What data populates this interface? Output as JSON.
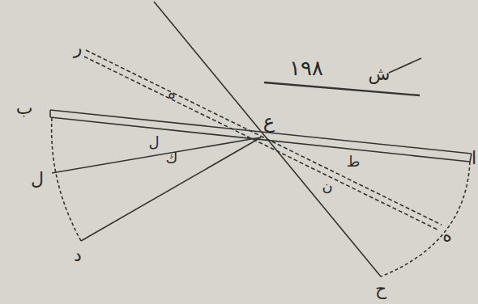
{
  "diagram": {
    "labels": [
      "١٩٨",
      "ش",
      "ر",
      "ب",
      "ل",
      "د",
      "ع",
      "ا",
      "ه",
      "ح",
      "ه",
      "ل",
      "ك",
      "ط",
      "ن"
    ]
  }
}
